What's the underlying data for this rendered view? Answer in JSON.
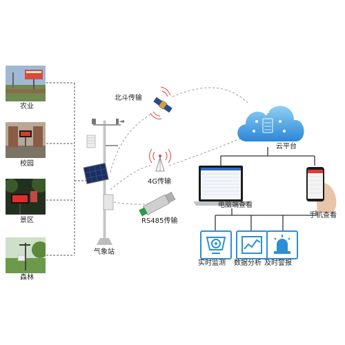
{
  "scenes": [
    {
      "label": "农业"
    },
    {
      "label": "校园"
    },
    {
      "label": "景区"
    },
    {
      "label": "森林"
    }
  ],
  "weather_station": {
    "label": "气象站"
  },
  "transmission": {
    "beidou": "北斗传输",
    "g4": "4G传输",
    "rs485": "RS485传输"
  },
  "cloud": {
    "label": "云平台"
  },
  "terminals": {
    "pc": "电脑端查看",
    "phone": "手机查看"
  },
  "features": [
    {
      "label": "实时监测",
      "icon": "camera-icon"
    },
    {
      "label": "数据分析",
      "icon": "chart-icon"
    },
    {
      "label": "及时警报",
      "icon": "alarm-icon"
    }
  ],
  "colors": {
    "accent": "#2a8fd6",
    "cloud": "#4aa3e6",
    "line": "#333333",
    "dashed": "#555555"
  }
}
